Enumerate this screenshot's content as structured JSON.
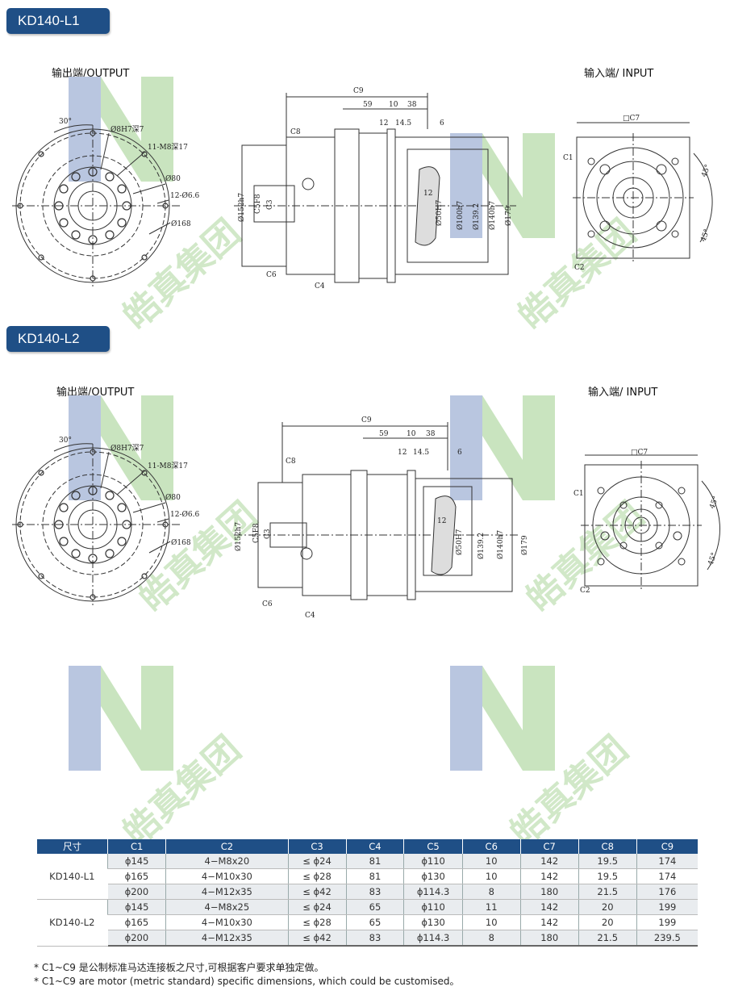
{
  "sections": [
    {
      "tag": "KD140-L1",
      "output_label": "输出端/OUTPUT",
      "input_label": "输入端/ INPUT"
    },
    {
      "tag": "KD140-L2",
      "output_label": "输出端/OUTPUT",
      "input_label": "输入端/ INPUT"
    }
  ],
  "drawing": {
    "flange": {
      "angle": "30°",
      "pilot": "Ø8H7深7",
      "tap": "11-M8深17",
      "d80": "Ø80",
      "holes": "12-Ø6.6",
      "d168": "Ø168"
    },
    "side": {
      "c9": "C9",
      "d59": "59",
      "d10": "10",
      "d38": "38",
      "d12": "12",
      "d145": "14.5",
      "d6": "6",
      "c8": "C8",
      "d152": "Ø152h7",
      "c5": "C5F8",
      "c3": "C3",
      "d50": "Ø50H7",
      "d100": "Ø100h7",
      "d1392": "Ø139.2",
      "d140": "Ø140h7",
      "d179": "Ø179",
      "c6": "C6",
      "c4": "C4",
      "small12": "12"
    },
    "input": {
      "c7": "□C7",
      "c1": "C1",
      "c2": "C2",
      "a45": "45°"
    }
  },
  "watermark": {
    "text": "皓真集团",
    "color_blue": "#b9c6e0",
    "color_green": "#c9e4bf"
  },
  "table": {
    "headers": [
      "尺寸",
      "C1",
      "C2",
      "C3",
      "C4",
      "C5",
      "C6",
      "C7",
      "C8",
      "C9"
    ],
    "groups": [
      {
        "model": "KD140-L1",
        "rows": [
          [
            "ϕ145",
            "4−M8x20",
            "≤ ϕ24",
            "81",
            "ϕ110",
            "10",
            "142",
            "19.5",
            "174"
          ],
          [
            "ϕ165",
            "4−M10x30",
            "≤ ϕ28",
            "81",
            "ϕ130",
            "10",
            "142",
            "19.5",
            "174"
          ],
          [
            "ϕ200",
            "4−M12x35",
            "≤ ϕ42",
            "83",
            "ϕ114.3",
            "8",
            "180",
            "21.5",
            "176"
          ]
        ]
      },
      {
        "model": "KD140-L2",
        "rows": [
          [
            "ϕ145",
            "4−M8x25",
            "≤ ϕ24",
            "65",
            "ϕ110",
            "11",
            "142",
            "20",
            "199"
          ],
          [
            "ϕ165",
            "4−M10x30",
            "≤ ϕ28",
            "65",
            "ϕ130",
            "10",
            "142",
            "20",
            "199"
          ],
          [
            "ϕ200",
            "4−M12x35",
            "≤ ϕ42",
            "83",
            "ϕ114.3",
            "8",
            "180",
            "21.5",
            "239.5"
          ]
        ]
      }
    ]
  },
  "notes": [
    "* C1~C9  是公制标准马达连接板之尺寸,可根据客户要求单独定做。",
    "* C1~C9  are motor (metric standard) specific dimensions, which could be customised。"
  ]
}
